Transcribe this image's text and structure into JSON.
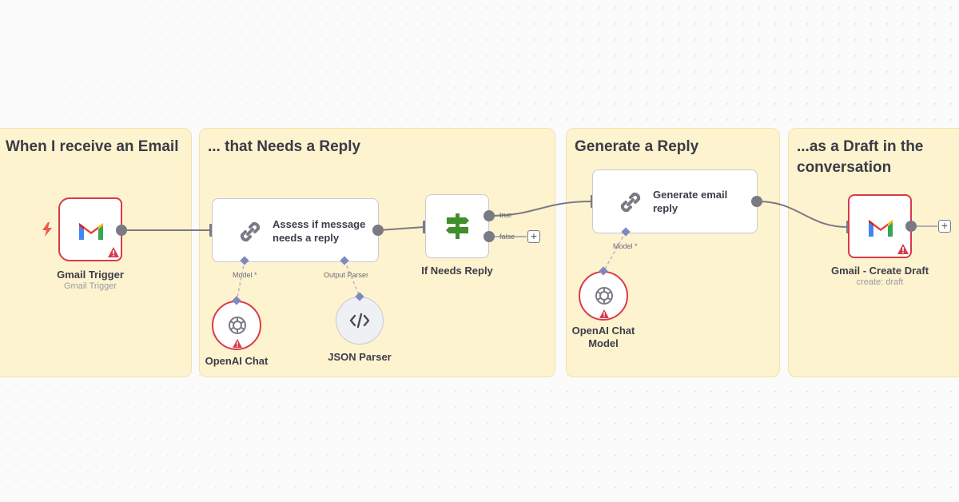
{
  "groups": [
    {
      "title": "When I receive an Email"
    },
    {
      "title": "... that Needs a Reply"
    },
    {
      "title": "Generate a Reply"
    },
    {
      "title": "...as a Draft in the\nconversation"
    }
  ],
  "nodes": {
    "gmail_trigger": {
      "label": "Gmail Trigger",
      "sub": "Gmail Trigger"
    },
    "assess": {
      "label": "Assess if message\nneeds a reply"
    },
    "if_reply": {
      "label": "If Needs Reply",
      "true_label": "true",
      "false_label": "false"
    },
    "generate": {
      "label": "Generate email\nreply"
    },
    "gmail_draft": {
      "label": "Gmail - Create Draft",
      "sub": "create: draft"
    },
    "openai_1": {
      "label": "OpenAI Chat"
    },
    "json_parser": {
      "label": "JSON Parser"
    },
    "openai_2": {
      "label": "OpenAI Chat\nModel"
    }
  },
  "connectors": {
    "model_1": "Model *",
    "output_parser": "Output Parser",
    "model_2": "Model *"
  },
  "colors": {
    "group_fill": "#fdf3cf",
    "error_border": "#d93a4a",
    "if_icon": "#3f8f2a"
  },
  "icons": [
    "bolt-icon",
    "gmail-icon",
    "warning-icon",
    "link-icon",
    "signpost-icon",
    "openai-icon",
    "code-icon",
    "plus-icon"
  ]
}
